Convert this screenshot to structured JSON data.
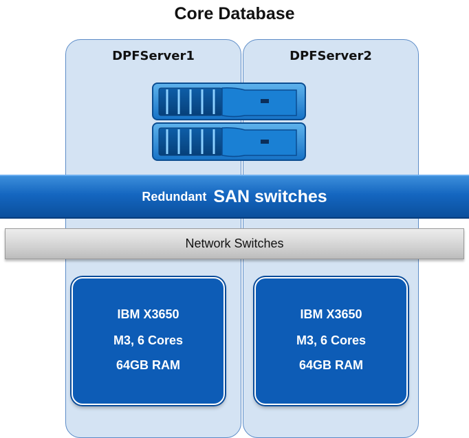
{
  "title": "Core Database",
  "servers": [
    {
      "label": "DPFServer1",
      "spec": [
        "IBM X3650",
        "M3, 6 Cores",
        "64GB RAM"
      ]
    },
    {
      "label": "DPFServer2",
      "spec": [
        "IBM X3650",
        "M3, 6 Cores",
        "64GB RAM"
      ]
    }
  ],
  "san": {
    "prefix": "Redundant",
    "label": "SAN switches"
  },
  "network": {
    "label": "Network Switches"
  },
  "colors": {
    "server_column": "#d4e3f3",
    "column_border": "#5b8bc7",
    "san_bar": "#1466c0",
    "network_bar": "#d2d2d2",
    "spec_box": "#0d5cb6"
  },
  "icons": {
    "storage": "storage-array-icon"
  }
}
